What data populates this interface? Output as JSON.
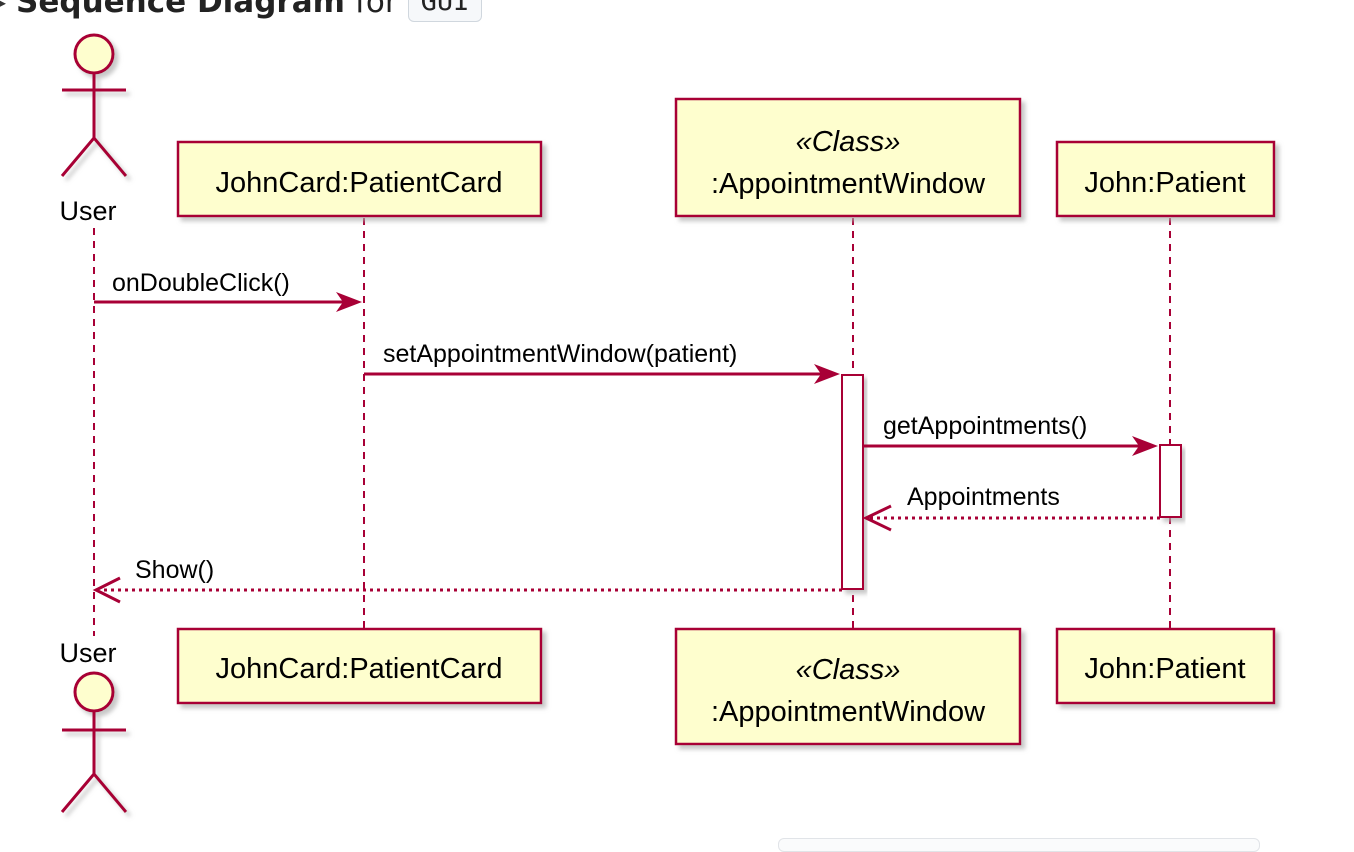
{
  "heading": {
    "title": "Sequence Diagram",
    "connector": "for",
    "component": "GUI"
  },
  "diagram": {
    "participants": {
      "user": {
        "label": "User"
      },
      "johncard": {
        "label": "JohnCard:PatientCard"
      },
      "window": {
        "stereotype": "«Class»",
        "label": ":AppointmentWindow"
      },
      "john": {
        "label": "John:Patient"
      }
    },
    "messages": [
      {
        "from": "User",
        "to": "JohnCard:PatientCard",
        "label": "onDoubleClick()",
        "kind": "call"
      },
      {
        "from": "JohnCard:PatientCard",
        "to": ":AppointmentWindow",
        "label": "setAppointmentWindow(patient)",
        "kind": "call"
      },
      {
        "from": ":AppointmentWindow",
        "to": "John:Patient",
        "label": "getAppointments()",
        "kind": "call"
      },
      {
        "from": "John:Patient",
        "to": ":AppointmentWindow",
        "label": "Appointments",
        "kind": "return"
      },
      {
        "from": ":AppointmentWindow",
        "to": "User",
        "label": "Show()",
        "kind": "return"
      }
    ],
    "colors": {
      "border": "#A80036",
      "box_fill": "#FEFECE",
      "shadow": "#C8C8C8",
      "activation_fill": "#FFFFFF"
    }
  }
}
